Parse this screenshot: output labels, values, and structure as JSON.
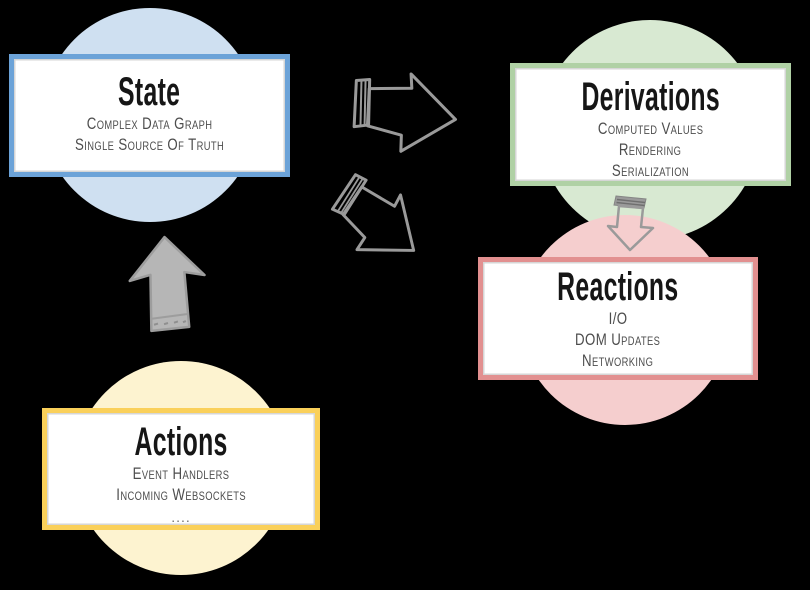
{
  "background": "#000000",
  "text_colors": {
    "title": "#161616",
    "subtitle": "#4d4d4d"
  },
  "arrow_colors": {
    "outline": "#9a9a9a",
    "fill": "#b6b6b6",
    "band": "#9a9a9a"
  },
  "nodes": [
    {
      "id": "state",
      "title": "State",
      "subtitles": [
        "Complex Data Graph",
        "Single Source Of Truth"
      ],
      "accent": "#6ca3d8",
      "circle_color": "#cfe0f1"
    },
    {
      "id": "derivations",
      "title": "Derivations",
      "subtitles": [
        "Computed Values",
        "Rendering",
        "Serialization"
      ],
      "accent": "#b0d1a5",
      "circle_color": "#d8e9d2"
    },
    {
      "id": "reactions",
      "title": "Reactions",
      "subtitles": [
        "I/O",
        "DOM Updates",
        "Networking"
      ],
      "accent": "#e29090",
      "circle_color": "#f5cece"
    },
    {
      "id": "actions",
      "title": "Actions",
      "subtitles": [
        "Event Handlers",
        "Incoming Websockets"
      ],
      "ellipsis": "....",
      "accent": "#fad05a",
      "circle_color": "#fdf3d0"
    }
  ],
  "arrows": [
    {
      "id": "state-to-derivations",
      "from": "state",
      "to": "derivations",
      "style": "hollow-outline"
    },
    {
      "id": "state-to-reactions",
      "from": "state",
      "to": "reactions",
      "style": "hollow-outline"
    },
    {
      "id": "derivations-to-reactions",
      "from": "derivations",
      "to": "reactions",
      "style": "hollow-small"
    },
    {
      "id": "actions-to-state",
      "from": "actions",
      "to": "state",
      "style": "filled"
    }
  ]
}
